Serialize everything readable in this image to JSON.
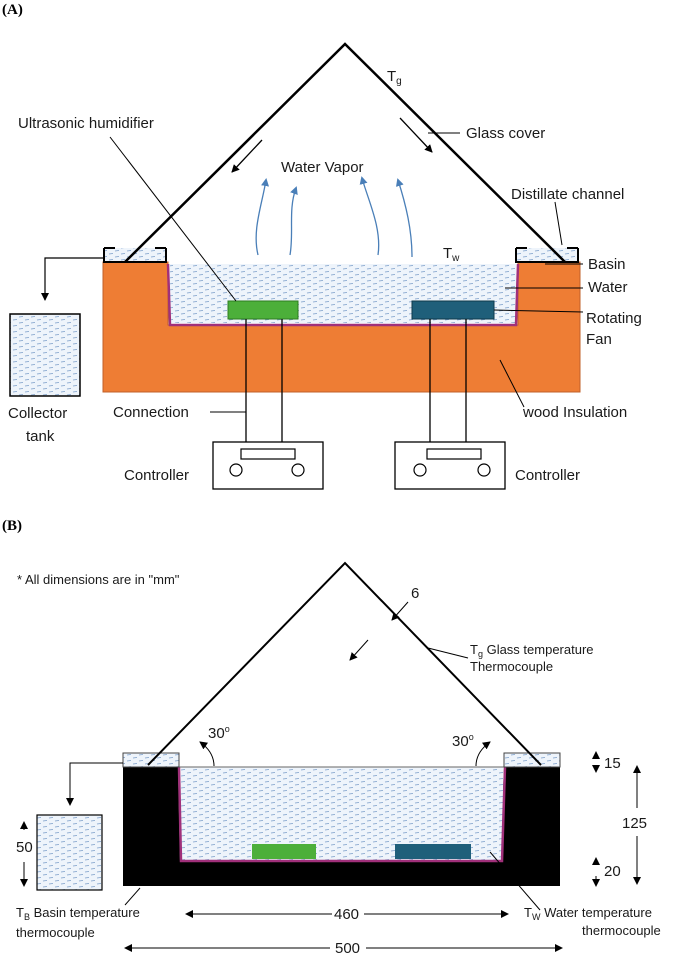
{
  "panel_a": {
    "label": "(A)",
    "t_g": "T",
    "t_g_sub": "g",
    "t_w": "T",
    "t_w_sub": "w",
    "ultrasonic_humidifier": "Ultrasonic humidifier",
    "glass_cover": "Glass cover",
    "water_vapor": "Water Vapor",
    "distillate_channel": "Distillate channel",
    "basin": "Basin",
    "water": "Water",
    "rotating": "Rotating",
    "fan": "Fan",
    "collector": "Collector",
    "tank": "tank",
    "connection": "Connection",
    "wood_insulation": "wood Insulation",
    "controller_left": "Controller",
    "controller_right": "Controller"
  },
  "panel_b": {
    "label": "(B)",
    "note": "* All dimensions are in \"mm\"",
    "glass_thickness": "6",
    "tg_label": "T",
    "tg_sub": "g",
    "tg_line1": " Glass temperature",
    "tg_line2": "Thermocouple",
    "angle_left": "30",
    "angle_right": "30",
    "angle_unit": "o",
    "dim_15": "15",
    "dim_125": "125",
    "dim_20": "20",
    "dim_50": "50",
    "dim_460": "460",
    "dim_500": "500",
    "tb_label": "T",
    "tb_sub": "B",
    "tb_line1": " Basin temperature",
    "tb_line2": "thermocouple",
    "tw_label": "T",
    "tw_sub": "W",
    "tw_line1": " Water temperature",
    "tw_line2": "thermocouple"
  },
  "colors": {
    "insulation_orange": "#ee7d34",
    "insulation_black": "#000000",
    "basin_purple": "#a0307a",
    "humidifier_green": "#4caf3a",
    "fan_blue": "#1f5f7a",
    "water_dash": "#7a9cc8",
    "vapor_blue": "#4a7fb8"
  }
}
